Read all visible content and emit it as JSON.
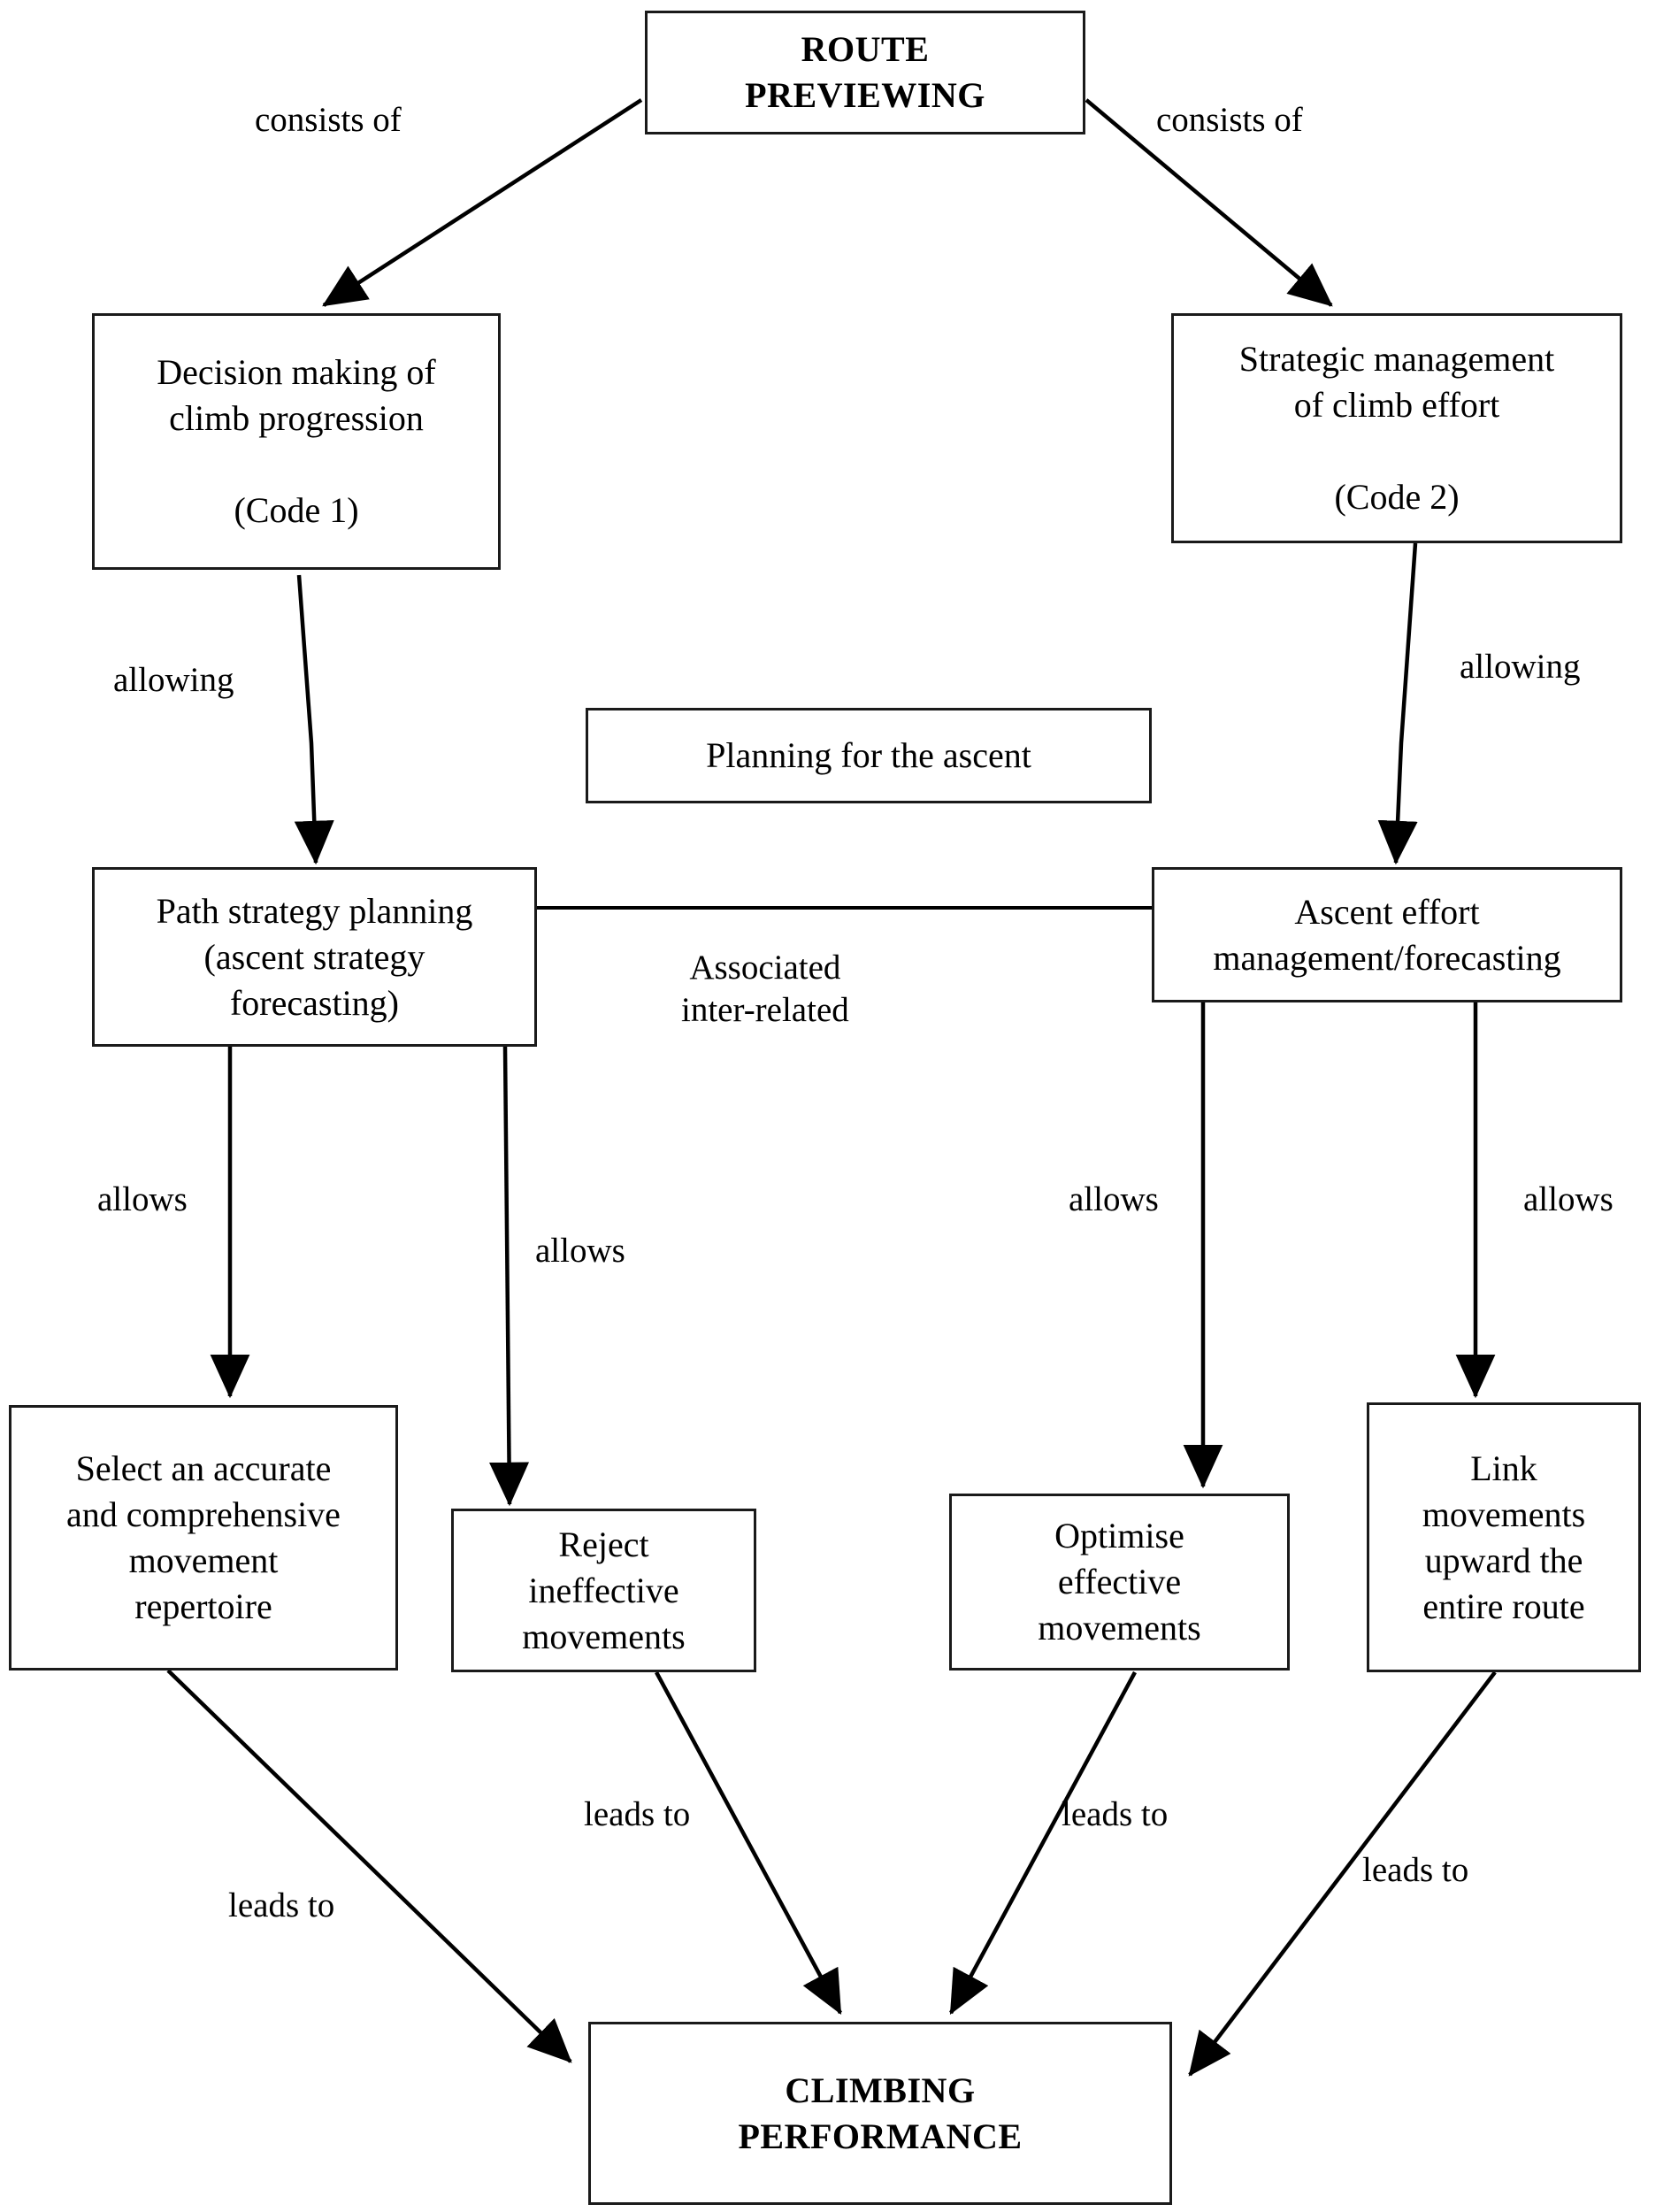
{
  "diagram": {
    "title": "Route previewing concept map",
    "line_color": "#1a1a1a",
    "background": "#ffffff",
    "nodes": [
      {
        "id": "route_previewing",
        "label": "ROUTE\nPREVIEWING",
        "bold": true
      },
      {
        "id": "decision_making",
        "label": "Decision making of\nclimb progression\n\n(Code 1)",
        "bold": false
      },
      {
        "id": "strategic_mgmt",
        "label": "Strategic management\nof climb effort\n\n(Code 2)",
        "bold": false
      },
      {
        "id": "planning_ascent",
        "label": "Planning for the ascent",
        "bold": false
      },
      {
        "id": "path_strategy",
        "label": "Path strategy planning\n(ascent strategy\nforecasting)",
        "bold": false
      },
      {
        "id": "ascent_effort",
        "label": "Ascent effort\nmanagement/forecasting",
        "bold": false
      },
      {
        "id": "select_repertoire",
        "label": "Select an accurate\nand comprehensive\nmovement\nrepertoire",
        "bold": false
      },
      {
        "id": "reject_movements",
        "label": "Reject\nineffective\nmovements",
        "bold": false
      },
      {
        "id": "optimise_movements",
        "label": "Optimise\neffective\nmovements",
        "bold": false
      },
      {
        "id": "link_movements",
        "label": "Link\nmovements\nupward the\nentire route",
        "bold": false
      },
      {
        "id": "climbing_performance",
        "label": "CLIMBING\nPERFORMANCE",
        "bold": true
      }
    ],
    "edge_labels": [
      {
        "id": "consists_of_left",
        "text": "consists of"
      },
      {
        "id": "consists_of_right",
        "text": "consists of"
      },
      {
        "id": "allowing_left",
        "text": "allowing"
      },
      {
        "id": "allowing_right",
        "text": "allowing"
      },
      {
        "id": "associated",
        "text": "Associated\ninter-related"
      },
      {
        "id": "allows_1",
        "text": "allows"
      },
      {
        "id": "allows_2",
        "text": "allows"
      },
      {
        "id": "allows_3",
        "text": "allows"
      },
      {
        "id": "allows_4",
        "text": "allows"
      },
      {
        "id": "leads_to_1",
        "text": "leads to"
      },
      {
        "id": "leads_to_2",
        "text": "leads to"
      },
      {
        "id": "leads_to_3",
        "text": "leads to"
      },
      {
        "id": "leads_to_4",
        "text": "leads to"
      }
    ],
    "edges": [
      {
        "from": "route_previewing",
        "to": "decision_making",
        "label": "consists of",
        "arrow": true
      },
      {
        "from": "route_previewing",
        "to": "strategic_mgmt",
        "label": "consists of",
        "arrow": true
      },
      {
        "from": "decision_making",
        "to": "path_strategy",
        "label": "allowing",
        "arrow": true
      },
      {
        "from": "strategic_mgmt",
        "to": "ascent_effort",
        "label": "allowing",
        "arrow": true
      },
      {
        "from": "path_strategy",
        "to": "ascent_effort",
        "label": "Associated inter-related",
        "arrow": false
      },
      {
        "from": "path_strategy",
        "to": "select_repertoire",
        "label": "allows",
        "arrow": true
      },
      {
        "from": "path_strategy",
        "to": "reject_movements",
        "label": "allows",
        "arrow": true
      },
      {
        "from": "ascent_effort",
        "to": "optimise_movements",
        "label": "allows",
        "arrow": true
      },
      {
        "from": "ascent_effort",
        "to": "link_movements",
        "label": "allows",
        "arrow": true
      },
      {
        "from": "select_repertoire",
        "to": "climbing_performance",
        "label": "leads to",
        "arrow": true
      },
      {
        "from": "reject_movements",
        "to": "climbing_performance",
        "label": "leads to",
        "arrow": true
      },
      {
        "from": "optimise_movements",
        "to": "climbing_performance",
        "label": "leads to",
        "arrow": true
      },
      {
        "from": "link_movements",
        "to": "climbing_performance",
        "label": "leads to",
        "arrow": true
      }
    ]
  }
}
